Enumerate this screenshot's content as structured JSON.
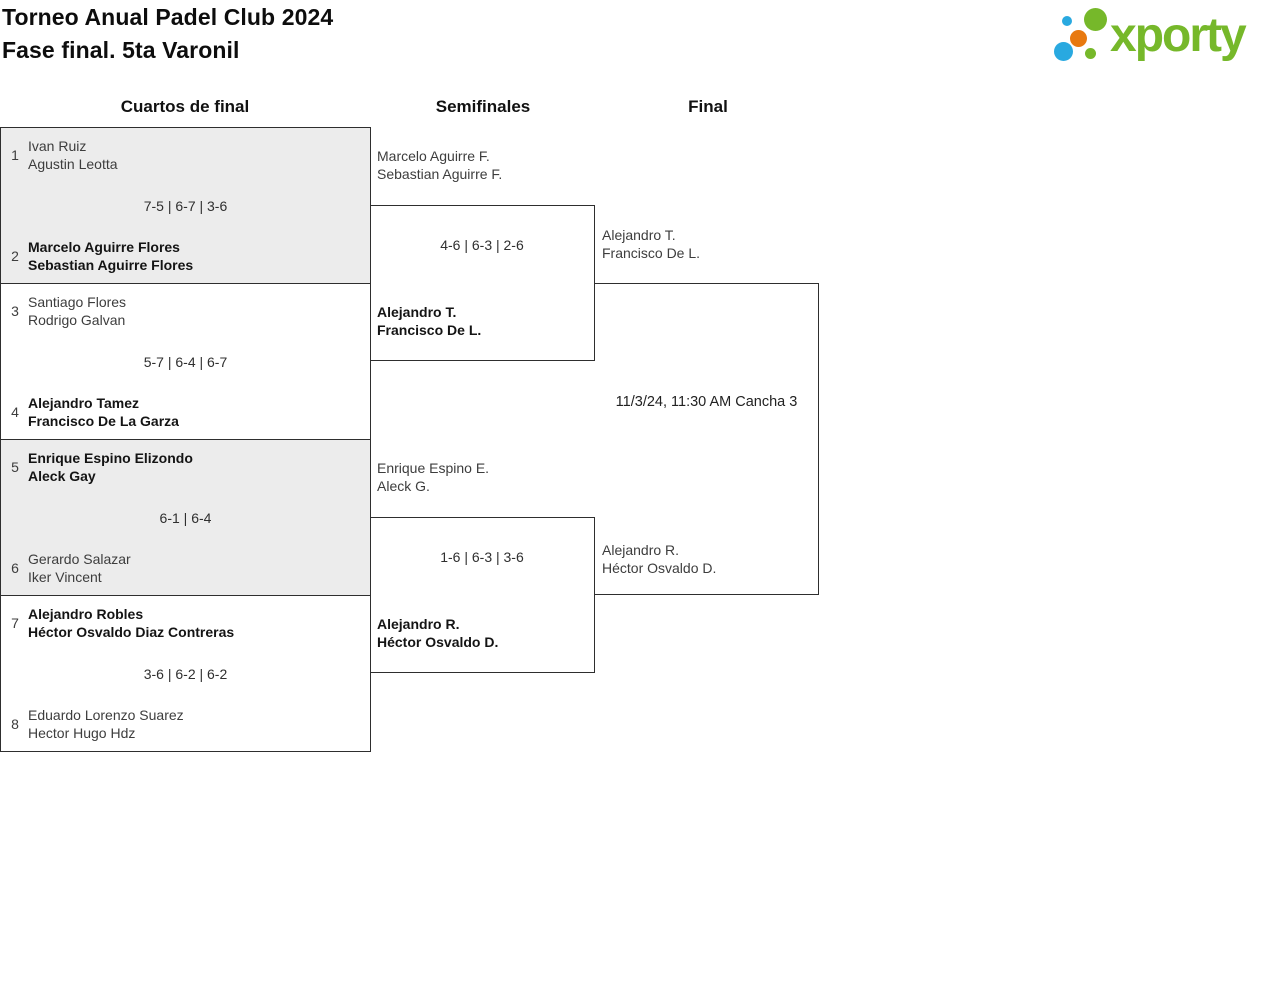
{
  "header": {
    "title_line1": "Torneo Anual Padel Club 2024",
    "title_line2": "Fase final. 5ta Varonil",
    "logo_text": "xporty"
  },
  "columns": {
    "quarterfinals": "Cuartos de final",
    "semifinals": "Semifinales",
    "final": "Final"
  },
  "colors": {
    "logo_green": "#76b82a",
    "logo_blue": "#29a9e0",
    "logo_orange": "#e8790f",
    "bracket_line": "#2e2e2e",
    "alt_match_bg": "#ececec"
  },
  "quarterfinals": [
    {
      "seed_top": "1",
      "team_top_1": "Ivan Ruiz",
      "team_top_2": "Agustin Leotta",
      "score": "7-5 | 6-7 | 3-6",
      "seed_bottom": "2",
      "team_bottom_1": "Marcelo Aguirre Flores",
      "team_bottom_2": "Sebastian Aguirre Flores",
      "winner": "bottom"
    },
    {
      "seed_top": "3",
      "team_top_1": "Santiago Flores",
      "team_top_2": "Rodrigo Galvan",
      "score": "5-7 | 6-4 | 6-7",
      "seed_bottom": "4",
      "team_bottom_1": "Alejandro Tamez",
      "team_bottom_2": "Francisco De La Garza",
      "winner": "bottom"
    },
    {
      "seed_top": "5",
      "team_top_1": "Enrique Espino Elizondo",
      "team_top_2": "Aleck Gay",
      "score": "6-1 | 6-4",
      "seed_bottom": "6",
      "team_bottom_1": "Gerardo Salazar",
      "team_bottom_2": "Iker Vincent",
      "winner": "top"
    },
    {
      "seed_top": "7",
      "team_top_1": "Alejandro Robles",
      "team_top_2": "Héctor Osvaldo Diaz Contreras",
      "score": "3-6 | 6-2 | 6-2",
      "seed_bottom": "8",
      "team_bottom_1": "Eduardo Lorenzo Suarez",
      "team_bottom_2": "Hector Hugo Hdz",
      "winner": "top"
    }
  ],
  "semifinals": [
    {
      "team_top_1": "Marcelo Aguirre F.",
      "team_top_2": "Sebastian Aguirre F.",
      "score": "4-6 | 6-3 | 2-6",
      "team_bottom_1": "Alejandro T.",
      "team_bottom_2": "Francisco De L.",
      "winner": "bottom"
    },
    {
      "team_top_1": "Enrique Espino E.",
      "team_top_2": "Aleck G.",
      "score": "1-6 | 6-3 | 3-6",
      "team_bottom_1": "Alejandro R.",
      "team_bottom_2": "Héctor Osvaldo D.",
      "winner": "bottom"
    }
  ],
  "final": {
    "team_top_1": "Alejandro T.",
    "team_top_2": "Francisco De L.",
    "match_info": "11/3/24, 11:30 AM Cancha 3",
    "team_bottom_1": "Alejandro R.",
    "team_bottom_2": "Héctor Osvaldo D."
  }
}
